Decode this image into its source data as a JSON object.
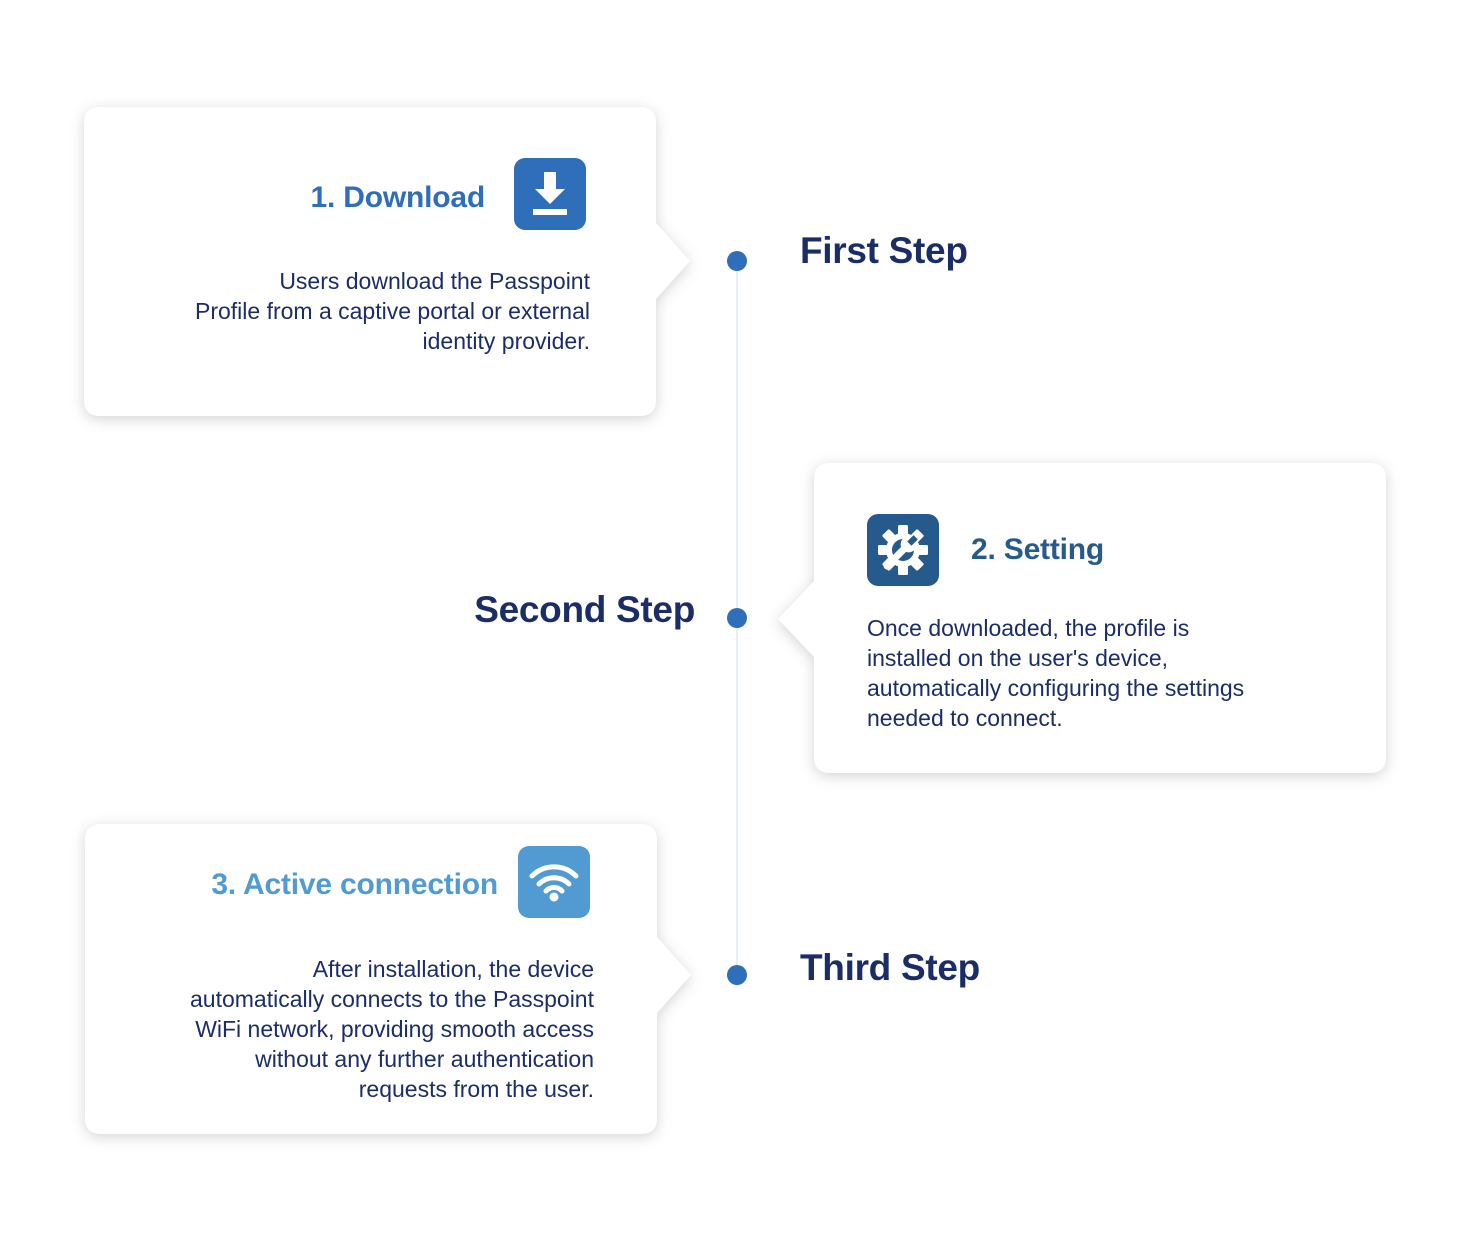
{
  "colors": {
    "navy": "#1b2d66",
    "blue": "#2f6eb8",
    "dark_blue": "#275a8c",
    "light_blue": "#519bd2",
    "line": "#e9edf4"
  },
  "steps": [
    {
      "step_label": "First Step",
      "title": "1.  Download",
      "icon": "download-icon",
      "description": [
        "Users download the Passpoint",
        "Profile from a captive portal or external",
        "identity provider."
      ]
    },
    {
      "step_label": "Second Step",
      "title": "2. Setting",
      "icon": "gear-wrench-icon",
      "description": [
        "Once downloaded, the profile is",
        "installed on the user's device,",
        "automatically configuring the settings",
        "needed to connect."
      ]
    },
    {
      "step_label": "Third Step",
      "title": "3. Active connection",
      "icon": "wifi-icon",
      "description": [
        "After installation, the device",
        "automatically connects to the Passpoint",
        "WiFi network, providing smooth access",
        "without any further authentication",
        "requests from the user."
      ]
    }
  ]
}
